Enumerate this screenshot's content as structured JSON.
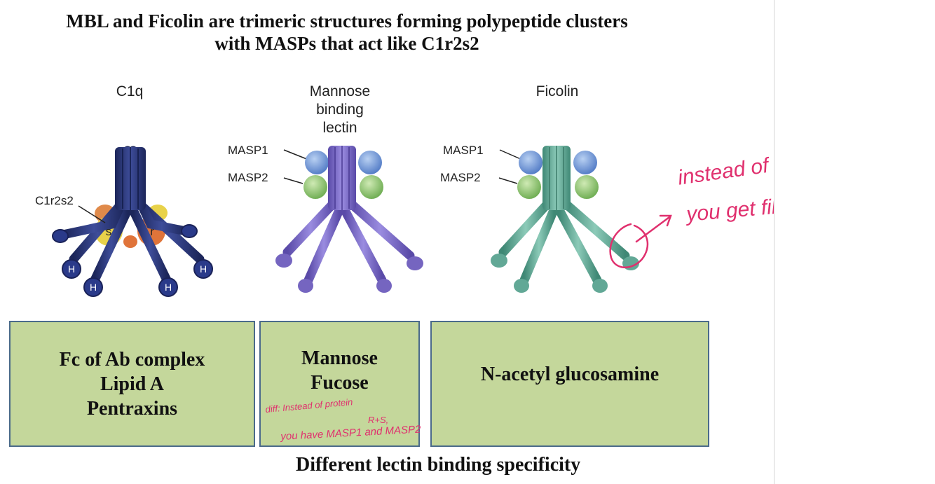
{
  "title": {
    "line1": "MBL and Ficolin are trimeric structures forming polypeptide clusters",
    "line2": "with MASPs that act like C1r2s2"
  },
  "molecules": {
    "c1q": {
      "label": "C1q",
      "complex_label": "C1r2s2",
      "s_label": "s",
      "r_label": "r",
      "head_label": "H",
      "color": "#24306e"
    },
    "mbl": {
      "label_line1": "Mannose",
      "label_line2": "binding",
      "label_line3": "lectin",
      "masp1": "MASP1",
      "masp2": "MASP2",
      "color": "#7565c0"
    },
    "ficolin": {
      "label": "Ficolin",
      "masp1": "MASP1",
      "masp2": "MASP2",
      "color": "#62a896"
    }
  },
  "boxes": {
    "c1q": {
      "line1": "Fc of Ab complex",
      "line2": "Lipid A",
      "line3": "Pentraxins"
    },
    "mbl": {
      "line1": "Mannose",
      "line2": "Fucose"
    },
    "ficolin": {
      "line1": "N-acetyl glucosamine"
    }
  },
  "footer": "Different lectin binding specificity",
  "annotations": {
    "tail_line1": "instead of collagen tail,",
    "tail_line2": "you get fibrinogen tail",
    "diff_line1": "diff: Instead of protein",
    "diff_line2": "R+S,",
    "diff_line3": "you have MASP1 and MASP2",
    "ink_color": "#e0306e"
  }
}
